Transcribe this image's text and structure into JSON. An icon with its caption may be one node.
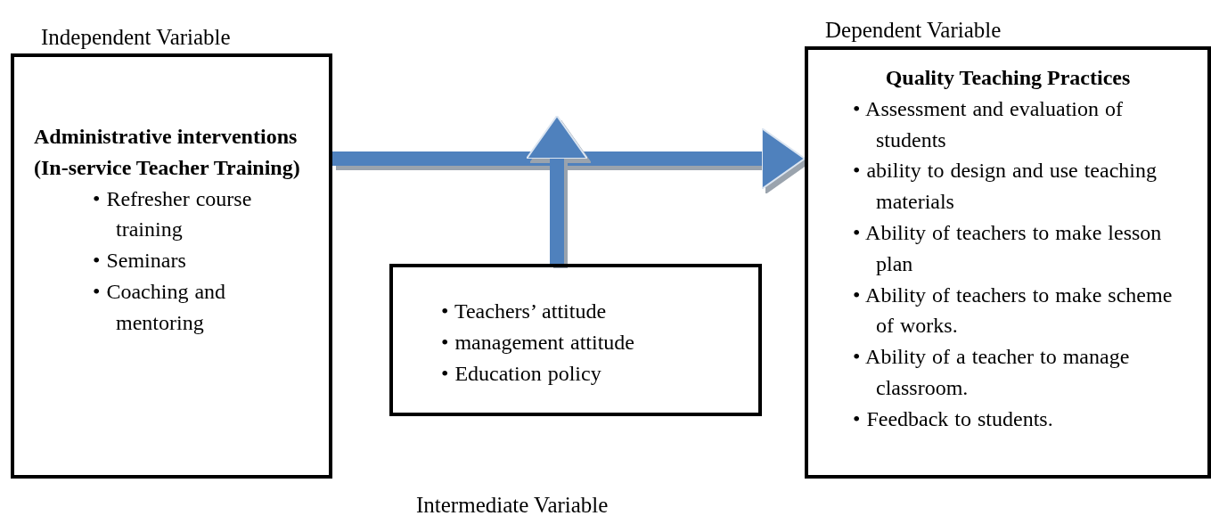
{
  "diagram": {
    "nodes": [
      {
        "text": [
          "Independent Variable",
          "Administrative interventions (In-service Teacher Training)",
          "• Refresher course training",
          "• Seminars",
          "• Coaching and mentoring"
        ]
      },
      {
        "text": [
          "• Teachers’ attitude",
          "• management attitude",
          "• Education policy"
        ],
        "beside": [
          "Intermediate Variable"
        ]
      },
      {
        "text": [
          "Dependent Variable",
          "Quality Teaching Practices",
          "• Assessment and evaluation of students",
          "• ability to design and use teaching materials",
          "• Ability of teachers to make lesson plan",
          "• Ability of teachers to make scheme of works.",
          "• Ability of a teacher to manage classroom.",
          "• Feedback to students."
        ]
      }
    ],
    "edges": [
      {
        "from": 0,
        "to": 2,
        "arrow": "to"
      },
      {
        "from": 1,
        "to": null,
        "arrow": "to"
      }
    ]
  }
}
